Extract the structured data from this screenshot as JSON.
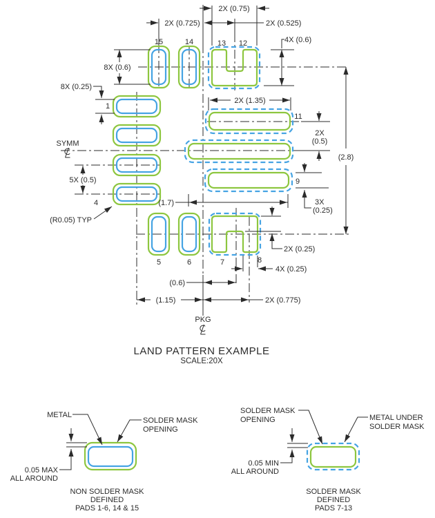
{
  "colors": {
    "mask_green": "#8DC63F",
    "metal_blue": "#45A3E3",
    "line": "#2B2B2B"
  },
  "drawing": {
    "title": "LAND PATTERN EXAMPLE",
    "scale_note": "SCALE:20X",
    "symm_label": "SYMM",
    "pkg_label": "PKG",
    "pads": {
      "p1": "1",
      "p4": "4",
      "p5": "5",
      "p6": "6",
      "p7": "7",
      "p8": "8",
      "p9": "9",
      "p11": "11",
      "p12": "12",
      "p13": "13",
      "p14": "14",
      "p15": "15"
    },
    "dims": {
      "top_width": "2X (0.75)",
      "pitch_top": "2X (0.725)",
      "top_offset": "2X (0.525)",
      "top_pad_height": "4X (0.6)",
      "left_pad_height": "8X (0.6)",
      "left_pad_width": "8X (0.25)",
      "left_pitch": "5X (0.5)",
      "corner_radius": "(R0.05) TYP",
      "right_width": "2X (1.35)",
      "right_offset_1": "2X",
      "right_offset_2": "(0.5)",
      "overall_height": "(2.8)",
      "right_height_1": "3X",
      "right_height_2": "(0.25)",
      "bar_height": "2X (0.25)",
      "leg_width": "4X (0.25)",
      "notch_offset": "(0.6)",
      "left_col_offset": "(1.15)",
      "leg_offset": "2X (0.775)",
      "mid_width": "(1.7)"
    }
  },
  "legend_nsmd": {
    "metal": "METAL",
    "mask_line1": "SOLDER MASK",
    "mask_line2": "OPENING",
    "dim_line1": "0.05 MAX",
    "dim_line2": "ALL AROUND",
    "caption1": "NON SOLDER MASK",
    "caption2": "DEFINED",
    "caption3": "PADS 1-6, 14 & 15"
  },
  "legend_smd": {
    "mask_line1": "SOLDER MASK",
    "mask_line2": "OPENING",
    "metal_line1": "METAL UNDER",
    "metal_line2": "SOLDER MASK",
    "dim_line1": "0.05 MIN",
    "dim_line2": "ALL AROUND",
    "caption1": "SOLDER MASK",
    "caption2": "DEFINED",
    "caption3": "PADS 7-13"
  }
}
